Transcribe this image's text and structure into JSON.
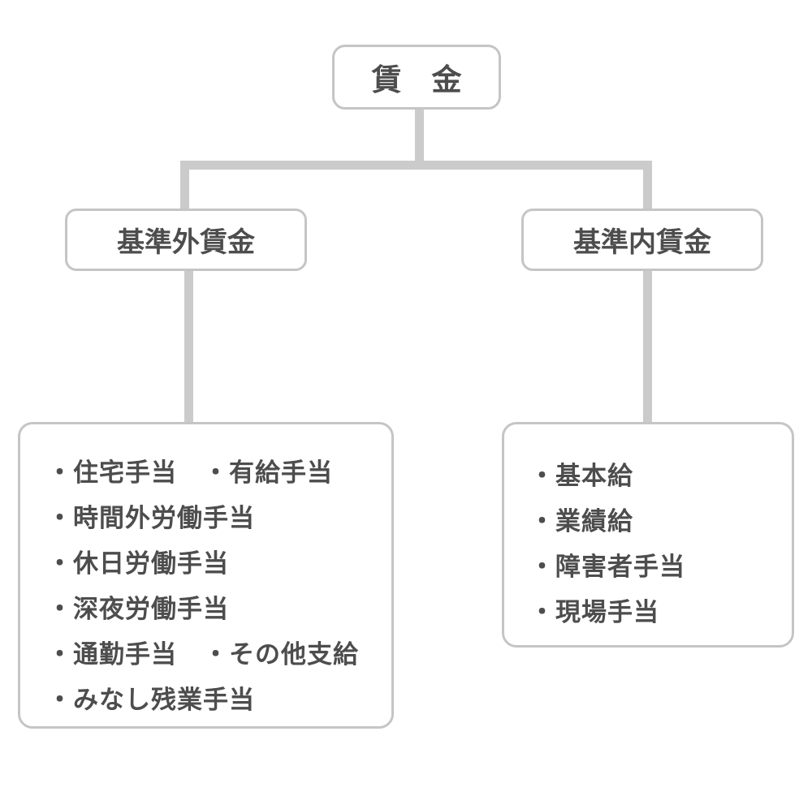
{
  "diagram": {
    "title_node": {
      "label": "賃　金"
    },
    "branches": [
      {
        "label": "基準外賃金",
        "items": [
          "・住宅手当　・有給手当",
          "・時間外労働手当",
          "・休日労働手当",
          "・深夜労働手当",
          "・通勤手当　・その他支給",
          "・みなし残業手当"
        ]
      },
      {
        "label": "基準内賃金",
        "items": [
          "・基本給",
          "・業績給",
          "・障害者手当",
          "・現場手当"
        ]
      }
    ],
    "colors": {
      "connector": "#cbcbcb",
      "box_border": "#c5c5c5",
      "text": "#4d4d4d",
      "background": "#ffffff"
    }
  }
}
